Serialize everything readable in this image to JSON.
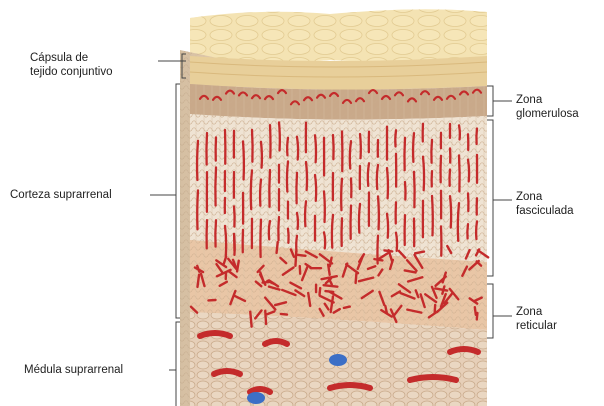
{
  "labels": {
    "capsula_line1": "Cápsula de",
    "capsula_line2": "tejido conjuntivo",
    "corteza": "Corteza suprarrenal",
    "medula": "Médula suprarrenal",
    "glomerulosa_line1": "Zona",
    "glomerulosa_line2": "glomerulosa",
    "fasciculada_line1": "Zona",
    "fasciculada_line2": "fasciculada",
    "reticular_line1": "Zona",
    "reticular_line2": "reticular"
  },
  "colors": {
    "capsule": "#e8cf9a",
    "glomerulosa": "#c9a98a",
    "fasciculada": "#efe3d3",
    "reticular": "#e9c6a6",
    "medulla": "#e6cfb8",
    "vessel": "#c42b2b",
    "vein": "#3c6fc6",
    "label_line": "#444444"
  }
}
